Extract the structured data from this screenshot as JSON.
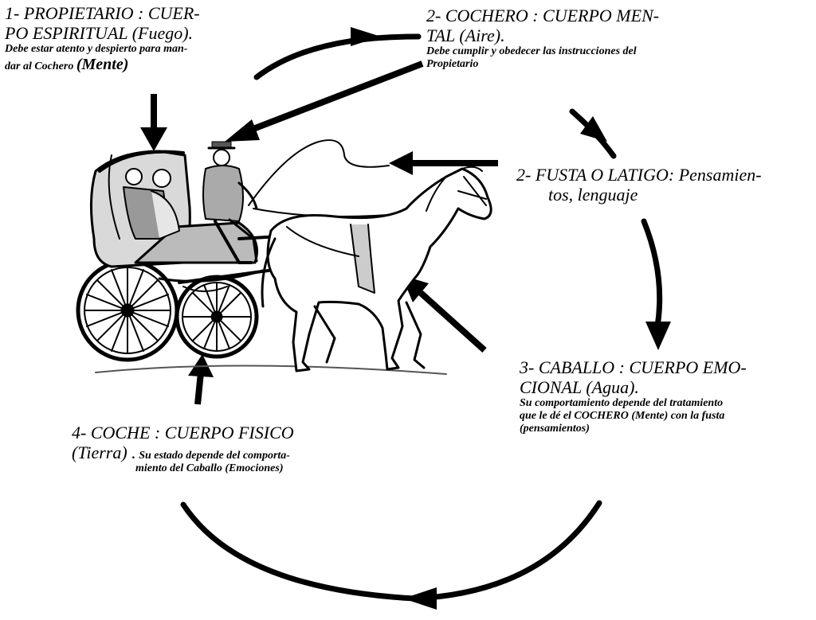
{
  "labels": {
    "propietario": {
      "title_lines": [
        "1-  PROPIETARIO : CUER-",
        "PO ESPIRITUAL  (Fuego)."
      ],
      "desc_lines": [
        "Debe estar atento y despierto para man-",
        "dar al Cochero "
      ],
      "desc_emph": "(Mente)"
    },
    "cochero": {
      "title_lines": [
        "2- COCHERO : CUERPO MEN-",
        "TAL (Aire)."
      ],
      "desc_lines": [
        "Debe cumplir y obedecer las instrucciones del",
        "Propietario"
      ]
    },
    "fusta": {
      "title_lines": [
        "2- FUSTA O LATIGO: Pensamien-",
        "tos, lenguaje"
      ]
    },
    "caballo": {
      "title_lines": [
        "3- CABALLO : CUERPO EMO-",
        "CIONAL (Agua)."
      ],
      "desc_lines": [
        "Su comportamiento depende del tratamiento",
        "que le dé el COCHERO (Mente) con la fusta",
        "(pensamientos)"
      ]
    },
    "coche": {
      "title_line1": "4- COCHE : CUERPO FISICO",
      "title_emph": "(Tierra) .",
      "desc_inline": " Su estado depende del comporta-",
      "desc_line2": "miento del Caballo (Emociones)"
    }
  }
}
